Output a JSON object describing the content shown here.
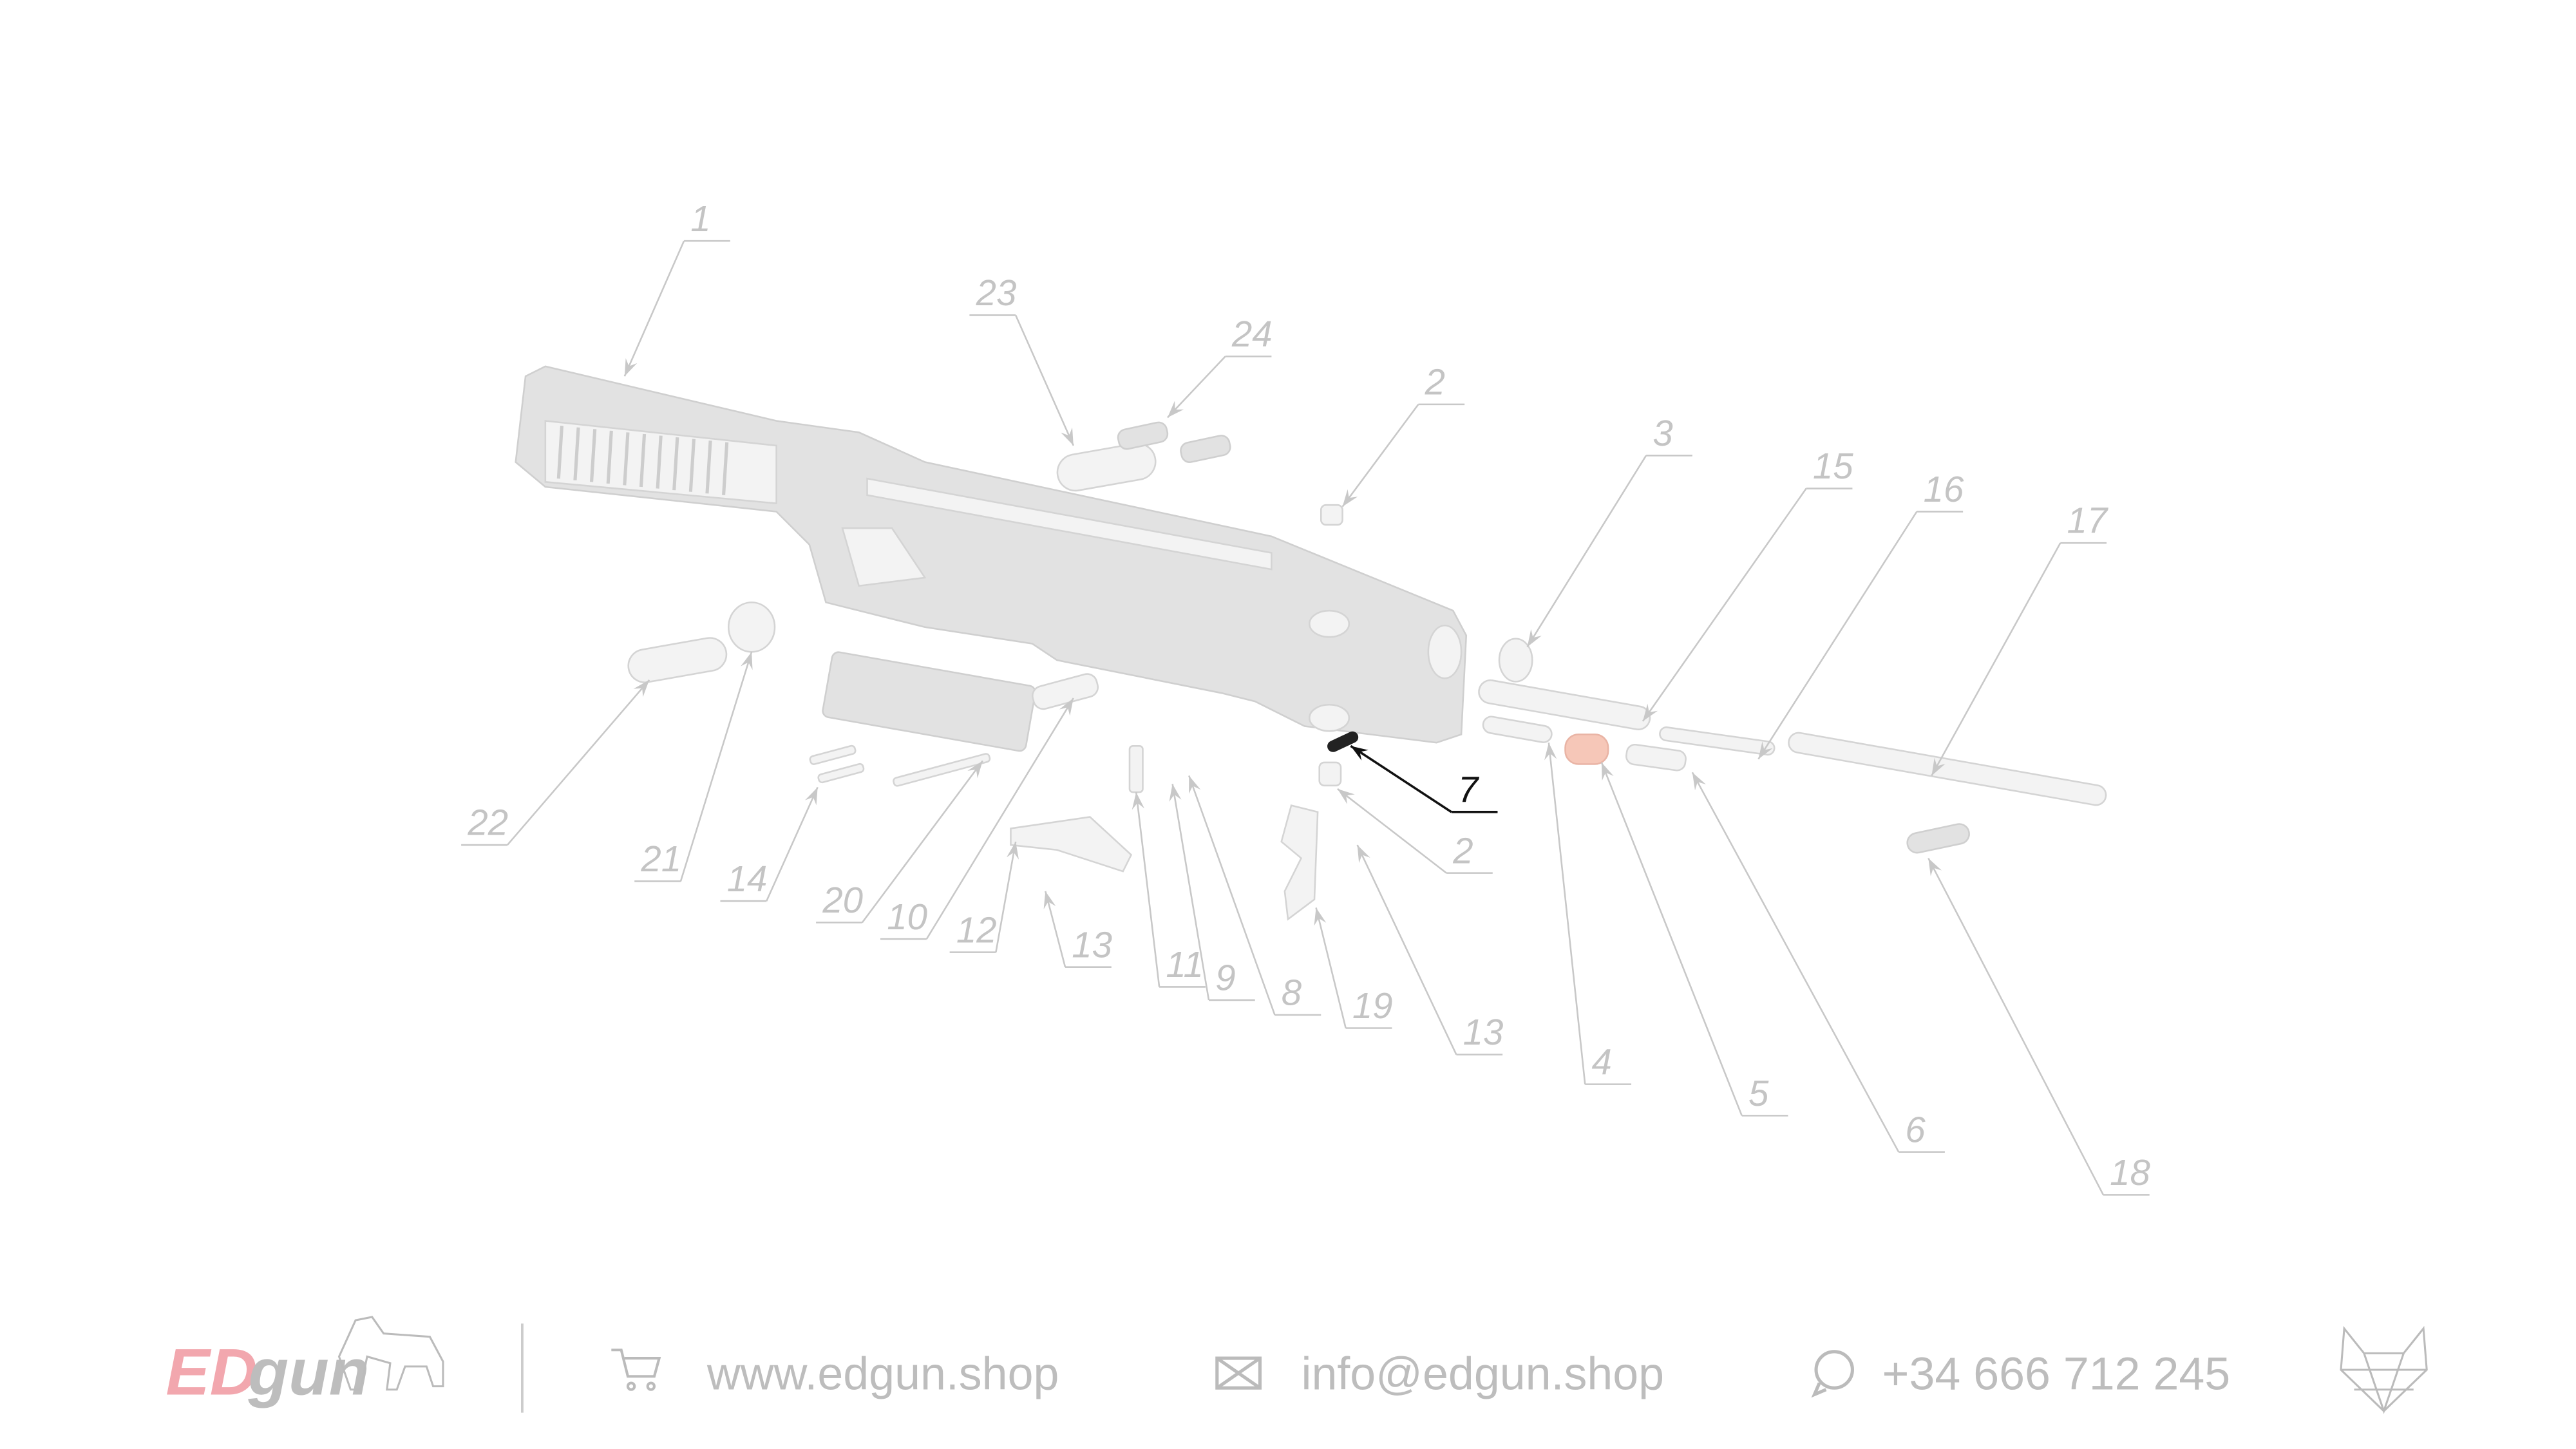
{
  "diagram": {
    "highlighted_part": "7",
    "highlight_color": "#111111",
    "accent_part_color": "#f6c7b8",
    "callouts": [
      "1",
      "23",
      "24",
      "2",
      "3",
      "15",
      "16",
      "17",
      "22",
      "21",
      "14",
      "20",
      "10",
      "12",
      "13",
      "11",
      "9",
      "8",
      "19",
      "13",
      "4",
      "5",
      "6",
      "18",
      "7",
      "2"
    ]
  },
  "footer": {
    "logo_ed": "ED",
    "logo_gun": "gun",
    "logo_ed_color": "#f2a7ae",
    "website": "www.edgun.shop",
    "email": "info@edgun.shop",
    "phone": "+34 666 712 245",
    "icons": [
      "cart-icon",
      "envelope-icon",
      "whatsapp-icon",
      "wolf-head-icon",
      "dog-logo-icon"
    ]
  }
}
